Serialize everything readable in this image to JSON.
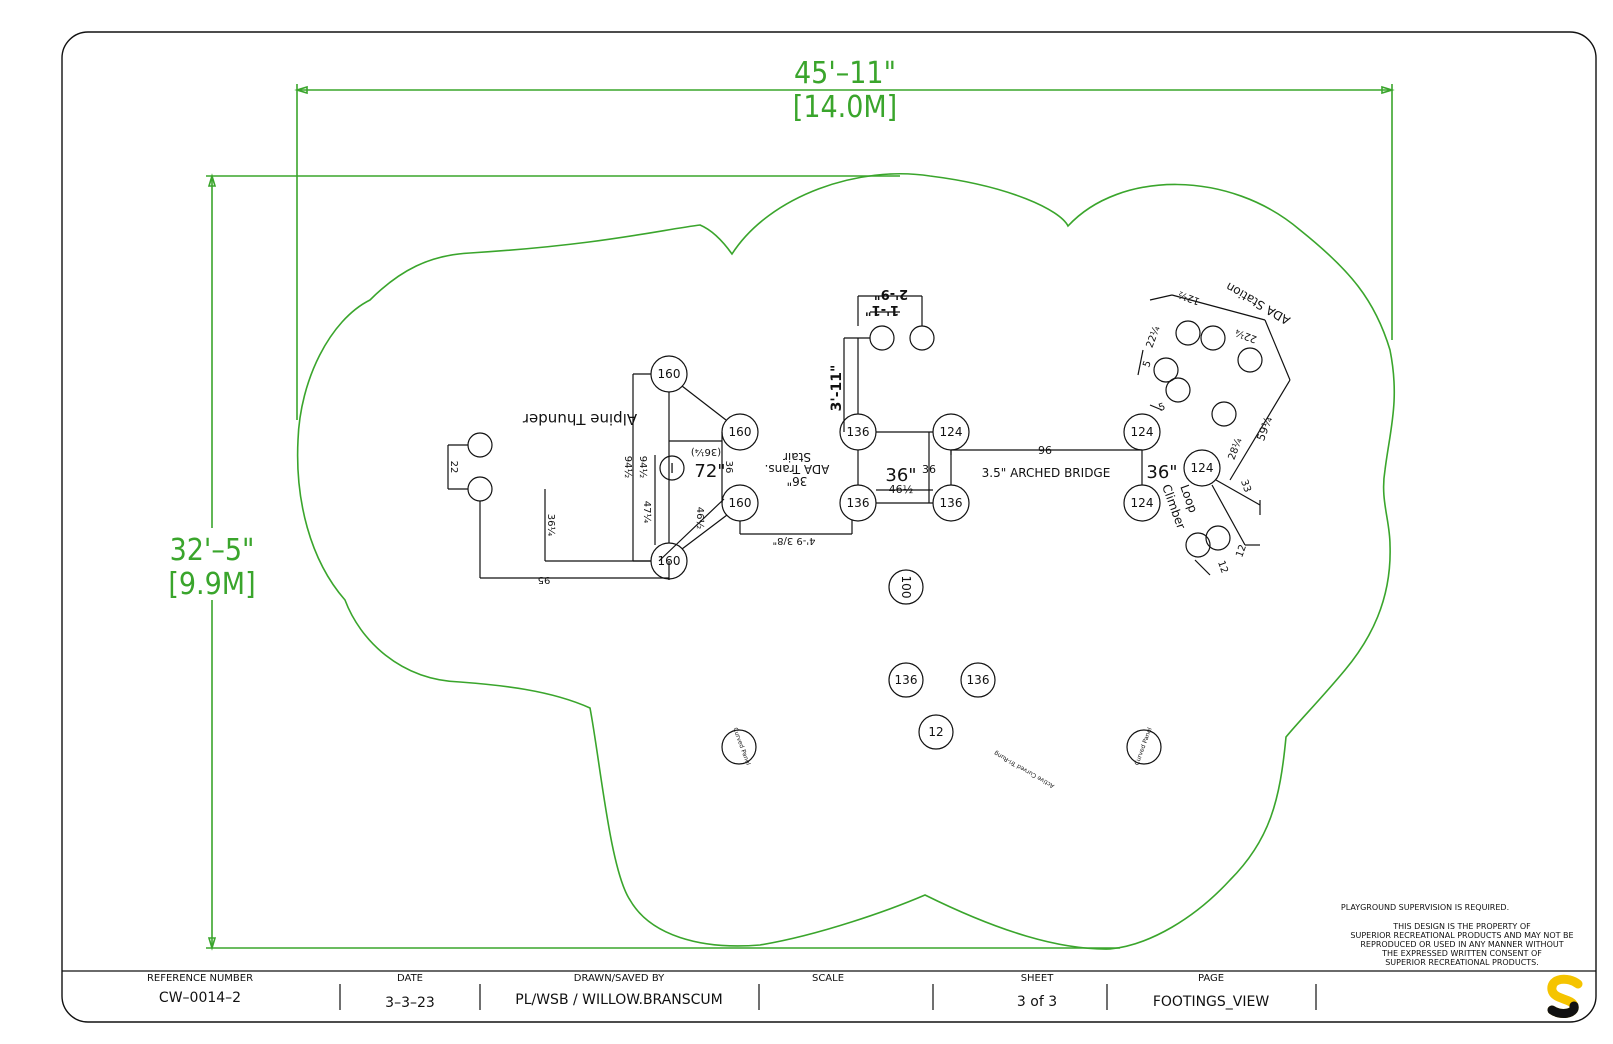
{
  "overall": {
    "width_ft": "45'–11\"",
    "width_m": "[14.0M]",
    "depth_ft": "32'–5\"",
    "depth_m": "[9.9M]"
  },
  "colors": {
    "boundary": "#3aa52c",
    "ink": "#111111",
    "logo_yellow": "#f5c400"
  },
  "labels": {
    "alpine_thunder": "Alpine Thunder",
    "ada_trans_stair_1": "ADA Trans.",
    "ada_trans_stair_2": "Stair",
    "arched_bridge": "3.5\" ARCHED BRIDGE",
    "loop_climber_1": "Loop",
    "loop_climber_2": "Climber",
    "ada_station": "ADA Station",
    "deck_36_a": "36\"",
    "deck_36_b": "36\"",
    "stair_36": "36\"",
    "slide_72": "72\"",
    "curved_panel_left": "Curved Panel",
    "curved_panel_right": "Curved Panel",
    "activity_item": "Active Curved Tri-Rung"
  },
  "dims": {
    "d95": "95",
    "d22": "22",
    "d36q": "36¼",
    "d94h": "94½",
    "d47q": "47¼",
    "d46h_a": "46½",
    "d36q_paren": "(36¼)",
    "d36_a": "36",
    "d49_38": "4'-9 3/8\"",
    "d3_11": "3'-11\"",
    "d1_1": "1'-1\"",
    "d2_9": "2'-9\"",
    "d46h_b": "46½",
    "d36_b": "36",
    "d96": "96",
    "d12h": "12½",
    "d22q_a": "22¼",
    "d22q_b": "22¼",
    "d5_a": "5",
    "d5_b": "5",
    "d59q": "59¼",
    "d28q": "28¼",
    "d33": "33",
    "d12_a": "12",
    "d12_b": "12"
  },
  "footings": {
    "f160_a": "160",
    "f160_b": "160",
    "f160_c": "160",
    "f160_d": "160",
    "f136_a": "136",
    "f136_b": "136",
    "f136_c": "136",
    "f136_d": "136",
    "f136_e": "136",
    "f124_a": "124",
    "f124_b": "124",
    "f124_c": "124",
    "f124_d": "124",
    "f100": "100",
    "f12": "12",
    "f_i": "I"
  },
  "notes": {
    "supervision": "PLAYGROUND SUPERVISION IS REQUIRED.",
    "property_1": "THIS DESIGN IS THE PROPERTY OF",
    "property_2": "SUPERIOR RECREATIONAL PRODUCTS AND MAY NOT BE",
    "property_3": "REPRODUCED OR USED IN ANY MANNER WITHOUT",
    "property_4": "THE EXPRESSED WRITTEN CONSENT OF",
    "property_5": "SUPERIOR RECREATIONAL PRODUCTS."
  },
  "title_block": {
    "reference_label": "REFERENCE NUMBER",
    "reference_value": "CW–0014–2",
    "date_label": "DATE",
    "date_value": "3–3–23",
    "drawn_label": "DRAWN/SAVED BY",
    "drawn_value": "PL/WSB / WILLOW.BRANSCUM",
    "scale_label": "SCALE",
    "scale_value": "",
    "sheet_label": "SHEET",
    "sheet_value": "3 of 3",
    "page_label": "PAGE",
    "page_value": "FOOTINGS_VIEW",
    "logo_icon": "superior-s-logo"
  }
}
